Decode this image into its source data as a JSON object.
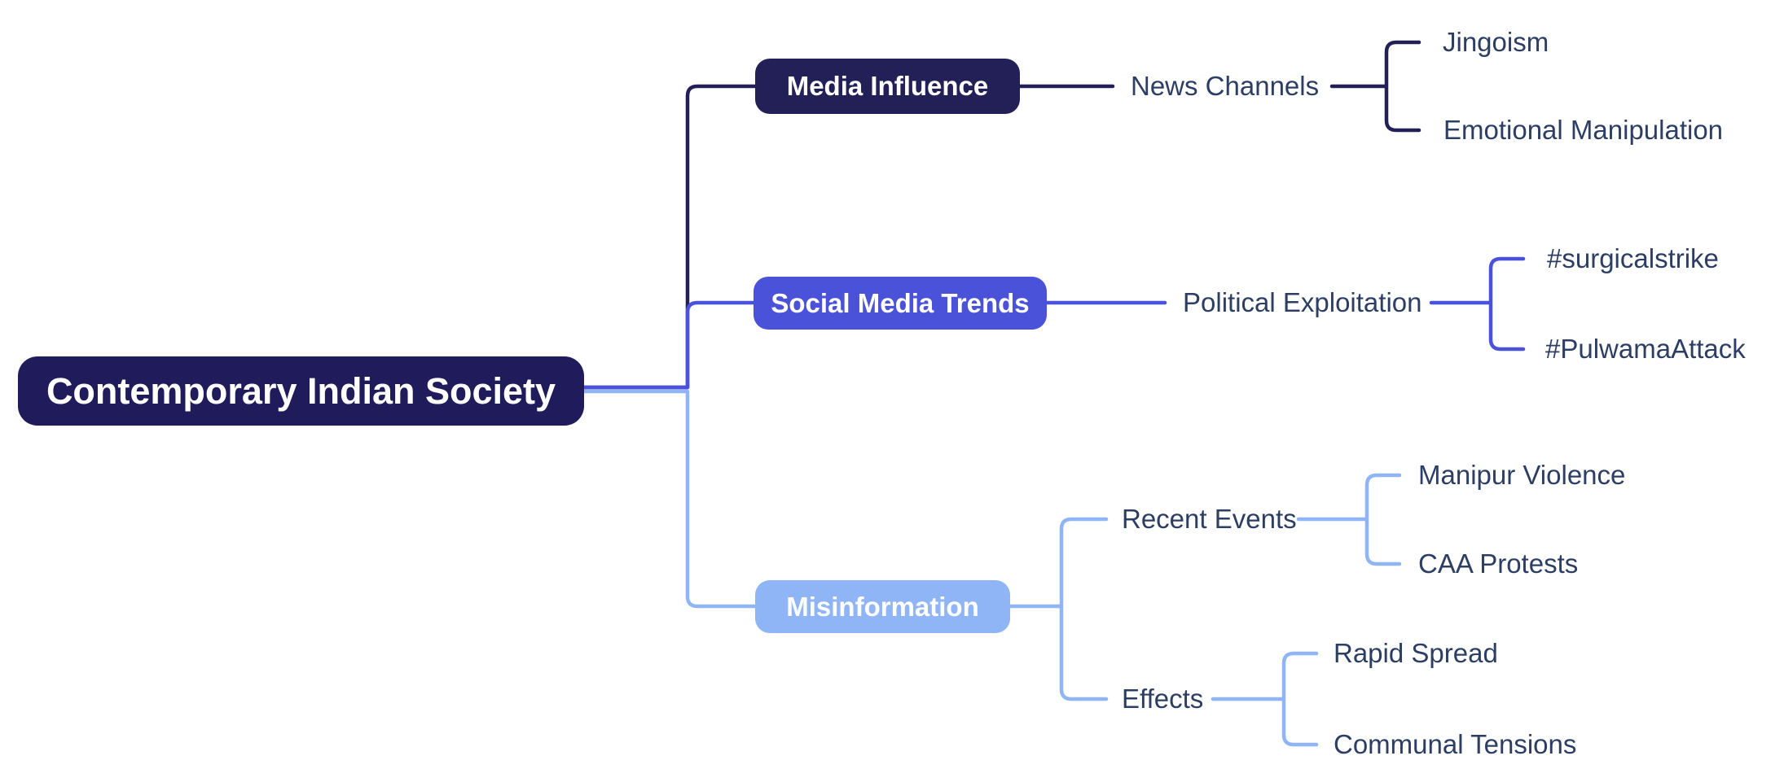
{
  "canvas": {
    "background": "#ffffff"
  },
  "colors": {
    "branch_navy": "#232058",
    "branch_indigo": "#4a52d9",
    "branch_light_blue": "#8fb5f6",
    "root_fill": "#201c5b",
    "node_text": "#ffffff",
    "leaf_text": "#2c3e63"
  },
  "mindmap": {
    "root": {
      "label": "Contemporary Indian Society",
      "color": "#201c5b"
    },
    "branches": [
      {
        "label": "Media Influence",
        "color": "#232058",
        "children": [
          {
            "label": "News Channels",
            "children": [
              {
                "label": "Jingoism"
              },
              {
                "label": "Emotional Manipulation"
              }
            ]
          }
        ]
      },
      {
        "label": "Social Media Trends",
        "color": "#4a52d9",
        "children": [
          {
            "label": "Political Exploitation",
            "children": [
              {
                "label": "#surgicalstrike"
              },
              {
                "label": "#PulwamaAttack"
              }
            ]
          }
        ]
      },
      {
        "label": "Misinformation",
        "color": "#8fb5f6",
        "children": [
          {
            "label": "Recent Events",
            "children": [
              {
                "label": "Manipur Violence"
              },
              {
                "label": "CAA Protests"
              }
            ]
          },
          {
            "label": "Effects",
            "children": [
              {
                "label": "Rapid Spread"
              },
              {
                "label": "Communal Tensions"
              }
            ]
          }
        ]
      }
    ]
  }
}
